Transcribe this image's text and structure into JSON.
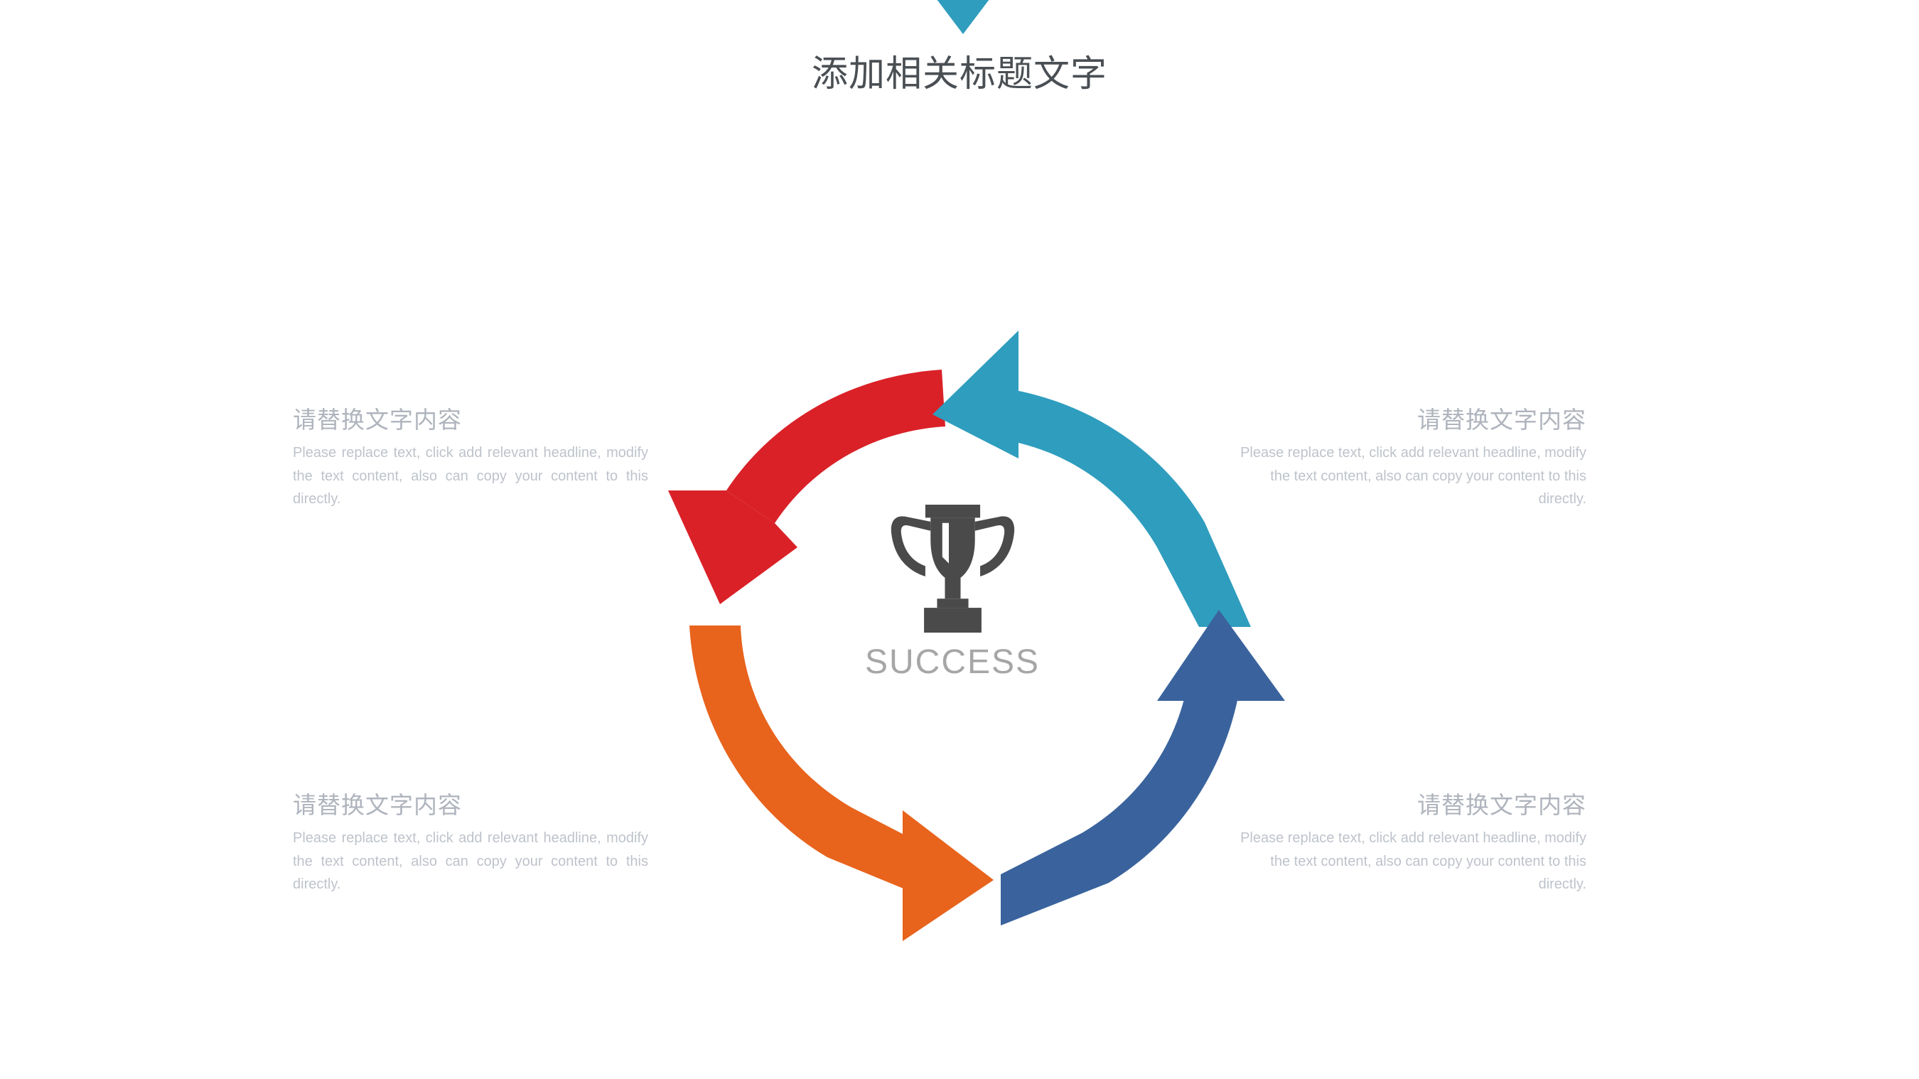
{
  "header": {
    "marker_icon": "triangle-down-icon",
    "marker_color": "#2f9dbe",
    "title": "添加相关标题文字"
  },
  "center": {
    "icon": "trophy-icon",
    "icon_color": "#4a4a4a",
    "caption": "SUCCESS",
    "caption_color": "#a6a6a6"
  },
  "arrows": [
    {
      "id": "arrow-red",
      "color": "#da2128",
      "position": "top-left",
      "direction": "down-left",
      "label": "red curved arrow"
    },
    {
      "id": "arrow-teal",
      "color": "#2f9dbe",
      "position": "top-right",
      "direction": "up-left",
      "label": "teal curved arrow"
    },
    {
      "id": "arrow-blue",
      "color": "#3a639d",
      "position": "bottom-right",
      "direction": "up-right",
      "label": "blue curved arrow"
    },
    {
      "id": "arrow-orange",
      "color": "#e8631c",
      "position": "bottom-left",
      "direction": "down-right",
      "label": "orange curved arrow"
    }
  ],
  "blocks": [
    {
      "id": "block-top-left",
      "title": "请替换文字内容",
      "body": "Please replace text, click add relevant headline, modify the text content, also can copy your content to this directly."
    },
    {
      "id": "block-top-right",
      "title": "请替换文字内容",
      "body": "Please replace text, click add relevant headline, modify the text content, also can copy your content to this directly."
    },
    {
      "id": "block-bottom-left",
      "title": "请替换文字内容",
      "body": "Please replace text, click add relevant headline, modify the text content, also can copy your content to this directly."
    },
    {
      "id": "block-bottom-right",
      "title": "请替换文字内容",
      "body": "Please replace text, click add relevant headline, modify the text content, also can copy your content to this directly."
    }
  ],
  "colors": {
    "title": "#4a4f54",
    "block_title": "#afb4bd",
    "block_body": "#bec3cb",
    "background": "#ffffff"
  }
}
